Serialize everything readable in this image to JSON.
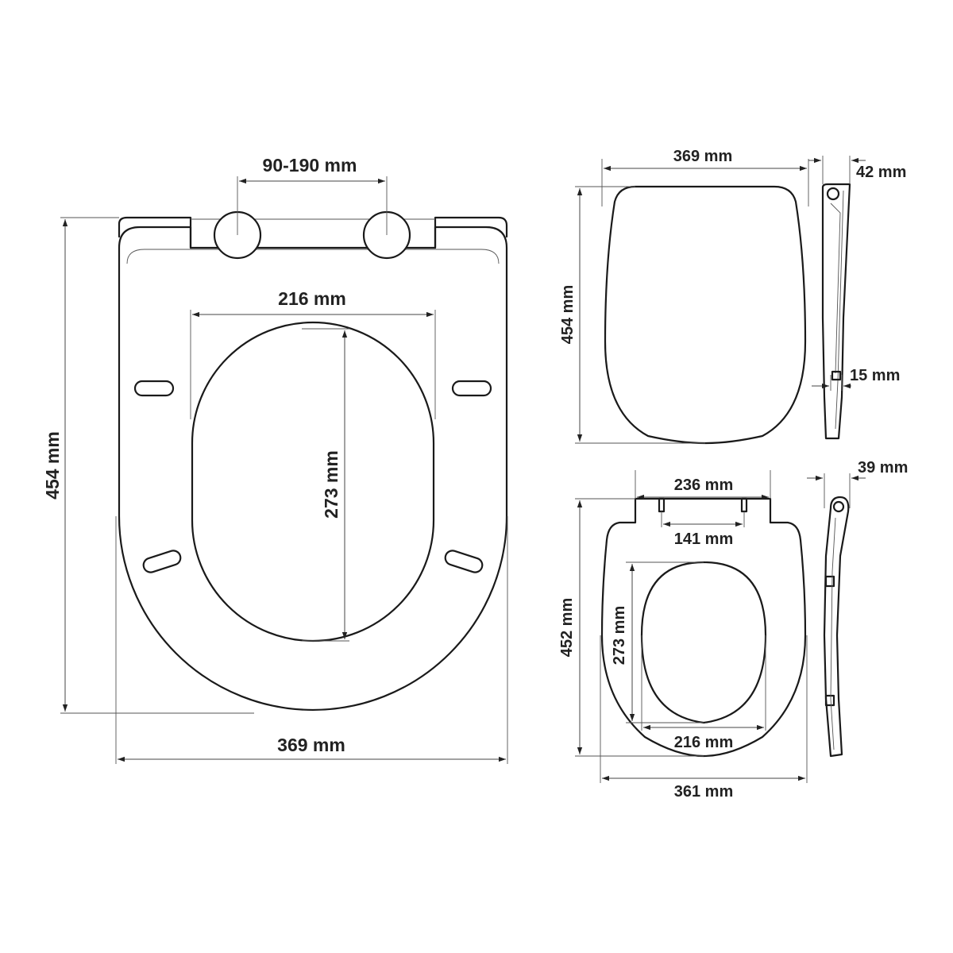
{
  "main_view": {
    "hinge_spacing": "90-190 mm",
    "inner_width": "216 mm",
    "inner_length": "273 mm",
    "overall_length": "454 mm",
    "overall_width": "369 mm"
  },
  "top_right_view": {
    "width": "369 mm",
    "length": "454 mm"
  },
  "top_side_view": {
    "lid_height": "42 mm",
    "seat_height": "15 mm"
  },
  "bottom_right_view": {
    "hinge_plate_width": "236 mm",
    "hinge_pin_spacing": "141 mm",
    "length": "452 mm",
    "inner_length": "273 mm",
    "inner_width": "216 mm",
    "width": "361 mm"
  },
  "bottom_side_view": {
    "height": "39 mm"
  }
}
